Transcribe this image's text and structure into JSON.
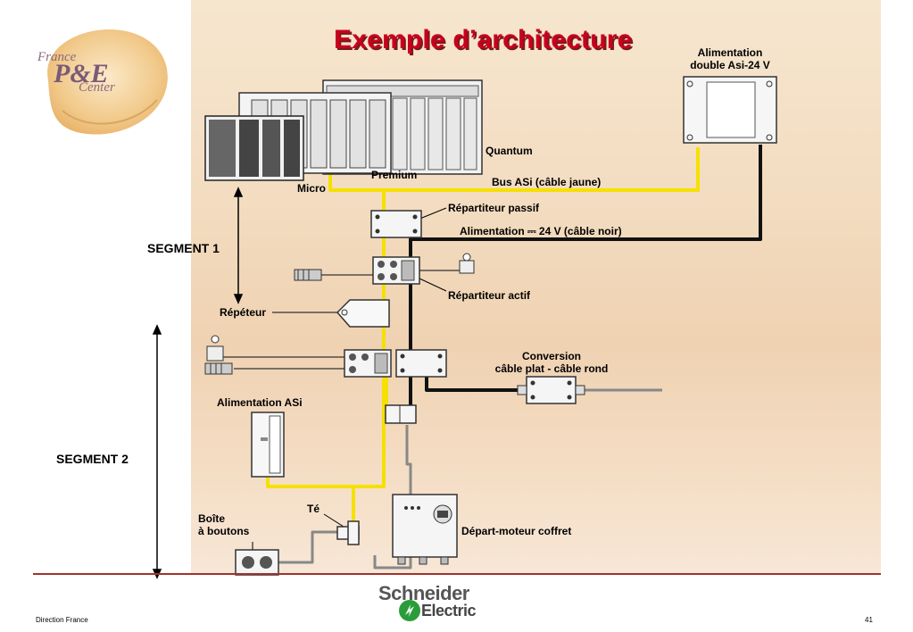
{
  "title": "Exemple d’architecture",
  "labels": {
    "alimentation_double": "Alimentation\ndouble Asi-24 V",
    "quantum": "Quantum",
    "premium": "Premium",
    "micro": "Micro",
    "bus_asi": "Bus ASi (câble jaune)",
    "repartiteur_passif": "Répartiteur passif",
    "alimentation_24v": "Alimentation ⎓ 24 V (câble noir)",
    "repartiteur_actif": "Répartiteur actif",
    "repeteur": "Répéteur",
    "conversion": "Conversion\ncâble plat - câble rond",
    "alimentation_asi": "Alimentation ASi",
    "te": "Té",
    "boite_boutons": "Boîte\nà boutons",
    "depart_moteur": "Départ-moteur coffret"
  },
  "segments": {
    "segment1": "SEGMENT 1",
    "segment2": "SEGMENT 2"
  },
  "logo": {
    "pe_france": "France",
    "pe_name": "P&E",
    "pe_center": "Center",
    "brand_line1": "Schneider",
    "brand_line2": "Electric"
  },
  "footer": {
    "left": "Direction France",
    "page": "41"
  },
  "colors": {
    "title": "#c8001e",
    "bus_asi": "#f5e000",
    "power_cable": "#111111",
    "round_cable": "#888888",
    "footer_rule": "#a0322c",
    "brand_green": "#2a9d3a"
  }
}
